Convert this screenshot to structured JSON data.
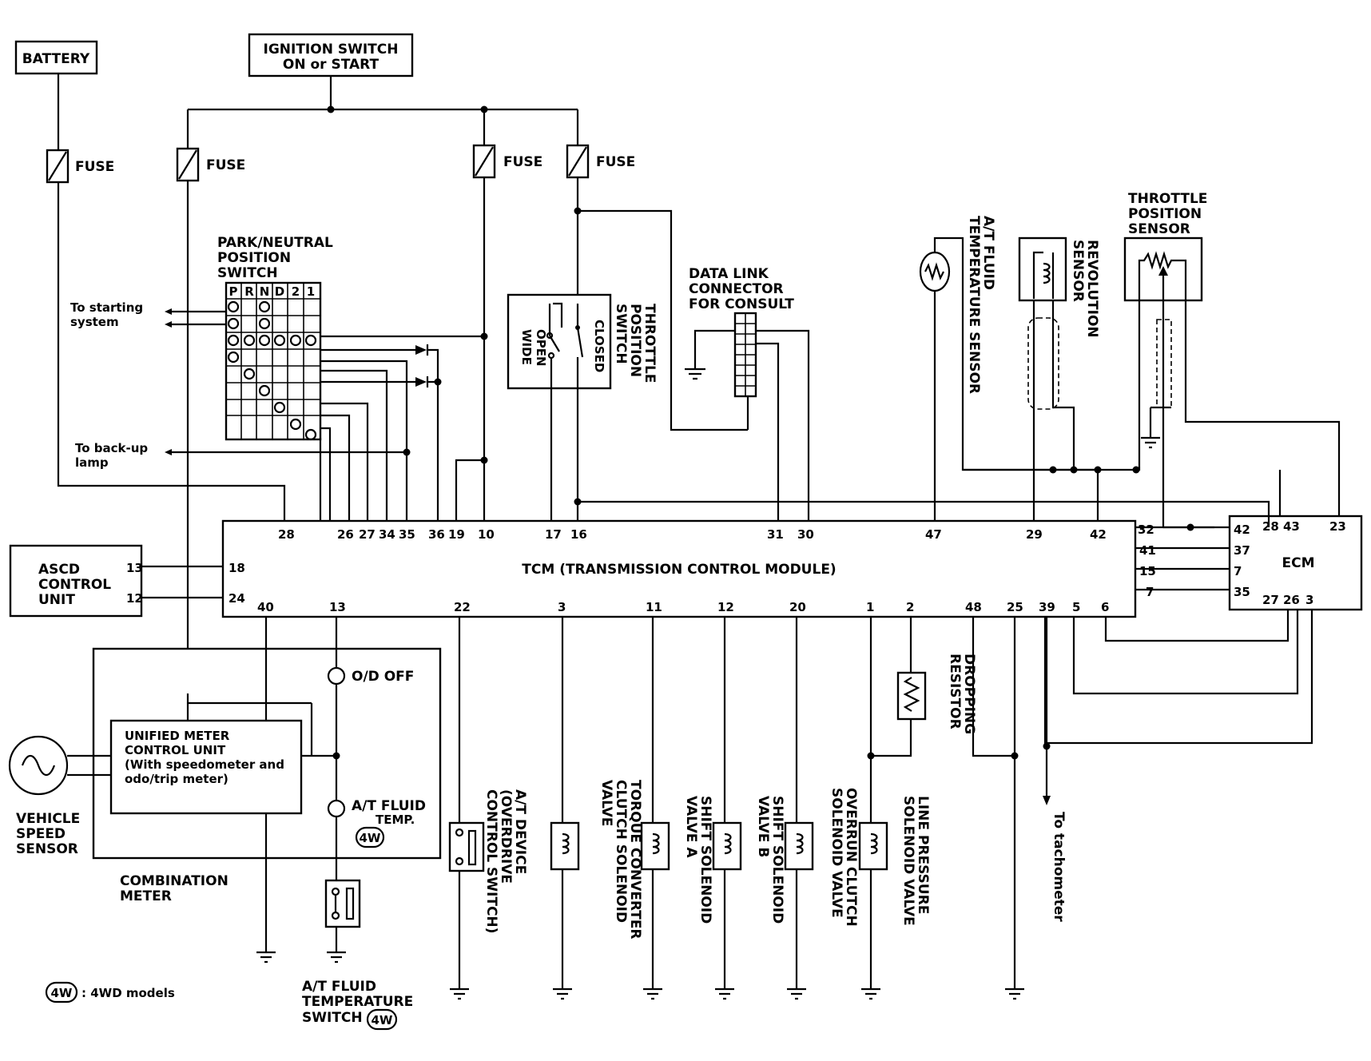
{
  "components": {
    "battery": "BATTERY",
    "ignition_line1": "IGNITION SWITCH",
    "ignition_line2": "ON or START",
    "fuse": "FUSE",
    "pnp_switch": [
      "PARK/NEUTRAL",
      "POSITION",
      "SWITCH"
    ],
    "pnp_headers": [
      "P",
      "R",
      "N",
      "D",
      "2",
      "1"
    ],
    "to_starting": [
      "To starting",
      "system"
    ],
    "to_backup": [
      "To back-up",
      "lamp"
    ],
    "throttle_position_switch": [
      "THROTTLE",
      "POSITION",
      "SWITCH"
    ],
    "wide_open": [
      "WIDE",
      "OPEN"
    ],
    "closed": "CLOSED",
    "data_link": [
      "DATA LINK",
      "CONNECTOR",
      "FOR CONSULT"
    ],
    "at_fluid_temp_sensor": [
      "A/T FLUID",
      "TEMPERATURE SENSOR"
    ],
    "revolution_sensor": [
      "REVOLUTION",
      "SENSOR"
    ],
    "throttle_position_sensor": [
      "THROTTLE",
      "POSITION",
      "SENSOR"
    ],
    "ascd": [
      "ASCD",
      "CONTROL",
      "UNIT"
    ],
    "tcm": "TCM (TRANSMISSION CONTROL MODULE)",
    "ecm": "ECM",
    "od_off": "O/D OFF",
    "unified_meter": [
      "UNIFIED METER",
      "CONTROL UNIT",
      "(With speedometer and",
      "odo/trip meter)"
    ],
    "at_fluid_temp_lamp": [
      "A/T FLUID",
      "TEMP."
    ],
    "badge_4w": "4W",
    "vehicle_speed_sensor": [
      "VEHICLE",
      "SPEED",
      "SENSOR"
    ],
    "combination_meter": [
      "COMBINATION",
      "METER"
    ],
    "legend": ": 4WD models",
    "at_fluid_temp_switch": [
      "A/T FLUID",
      "TEMPERATURE",
      "SWITCH"
    ],
    "at_device": [
      "A/T DEVICE",
      "(OVERDRIVE",
      "CONTROL SWITCH)"
    ],
    "torque_converter": [
      "TORQUE CONVERTER",
      "CLUTCH SOLENOID",
      "VALVE"
    ],
    "shift_a": [
      "SHIFT SOLENOID",
      "VALVE A"
    ],
    "shift_b": [
      "SHIFT SOLENOID",
      "VALVE B"
    ],
    "overrun": [
      "OVERRUN CLUTCH",
      "SOLENOID VALVE"
    ],
    "line_pressure": [
      "LINE PRESSURE",
      "SOLENOID VALVE"
    ],
    "dropping_resistor": [
      "DROPPING",
      "RESISTOR"
    ],
    "to_tachometer": "To tachometer"
  },
  "pins": {
    "tcm_top": [
      "28",
      "26",
      "27",
      "34",
      "35",
      "36",
      "19",
      "10",
      "17",
      "16",
      "31",
      "30",
      "47",
      "29",
      "42",
      "32"
    ],
    "tcm_right": [
      "41",
      "15",
      "7"
    ],
    "tcm_left": [
      "18",
      "24"
    ],
    "tcm_bottom": [
      "40",
      "13",
      "22",
      "3",
      "11",
      "12",
      "20",
      "1",
      "2",
      "48",
      "25",
      "39",
      "5",
      "6"
    ],
    "ascd": [
      "13",
      "12"
    ],
    "ecm_top": [
      "28",
      "43",
      "23"
    ],
    "ecm_left": [
      "42",
      "37",
      "7",
      "35"
    ],
    "ecm_bottom": [
      "27",
      "26",
      "3"
    ]
  }
}
